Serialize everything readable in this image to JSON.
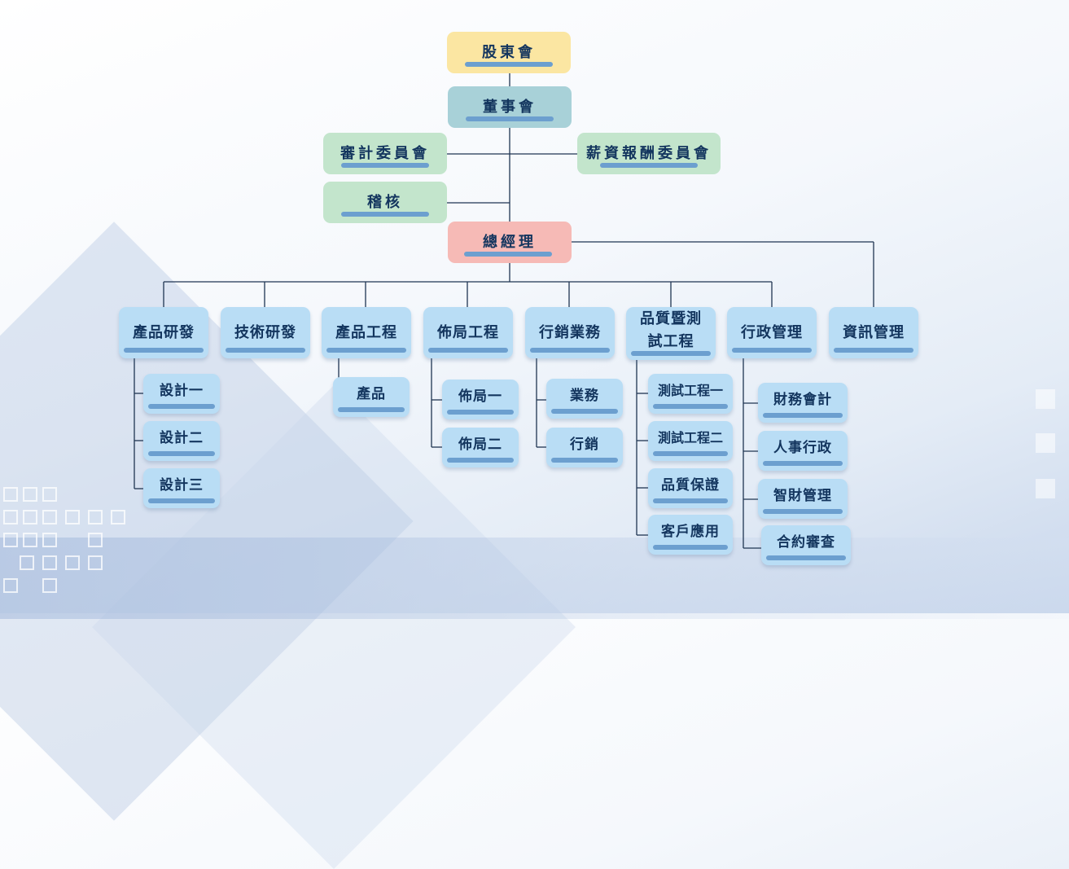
{
  "org": {
    "shareholders": "股東會",
    "board": "董事會",
    "audit_committee": "審計委員會",
    "remuneration_committee": "薪資報酬委員會",
    "internal_audit": "稽核",
    "general_manager": "總經理",
    "departments": [
      {
        "label": "產品研發",
        "subs": [
          "設計一",
          "設計二",
          "設計三"
        ]
      },
      {
        "label": "技術研發",
        "subs": []
      },
      {
        "label": "產品工程",
        "subs": [
          "產品"
        ]
      },
      {
        "label": "佈局工程",
        "subs": [
          "佈局一",
          "佈局二"
        ]
      },
      {
        "label": "行銷業務",
        "subs": [
          "業務",
          "行銷"
        ]
      },
      {
        "label": "品質暨測試工程",
        "subs": [
          "測試工程一",
          "測試工程二",
          "品質保證",
          "客戶應用"
        ]
      },
      {
        "label": "行政管理",
        "subs": [
          "財務會計",
          "人事行政",
          "智財管理",
          "合約審查"
        ]
      },
      {
        "label": "資訊管理",
        "subs": []
      }
    ]
  },
  "colors": {
    "line": "#1f3552",
    "shareholders_bg": "#fbe6a2",
    "board_bg": "#a8d1d8",
    "committee_bg": "#c3e5cc",
    "gm_bg": "#f6bab6",
    "dept_bg": "#b9ddf5",
    "accent_bar": "#6c9fcf",
    "text": "#13355e"
  }
}
